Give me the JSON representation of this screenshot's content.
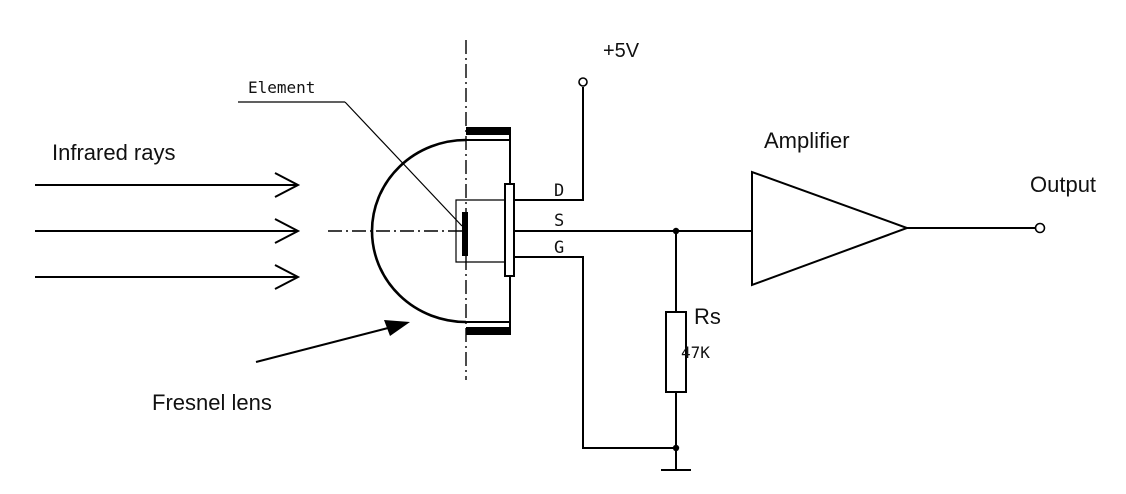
{
  "labels": {
    "infrared_rays": "Infrared rays",
    "element": "Element",
    "supply": "+5V",
    "amplifier": "Amplifier",
    "output": "Output",
    "fresnel_lens": "Fresnel lens",
    "resistor_name": "Rs",
    "resistor_value": "47K"
  },
  "pins": {
    "drain": "D",
    "source": "S",
    "gate": "G"
  },
  "colors": {
    "line": "#000000",
    "background": "#ffffff"
  }
}
